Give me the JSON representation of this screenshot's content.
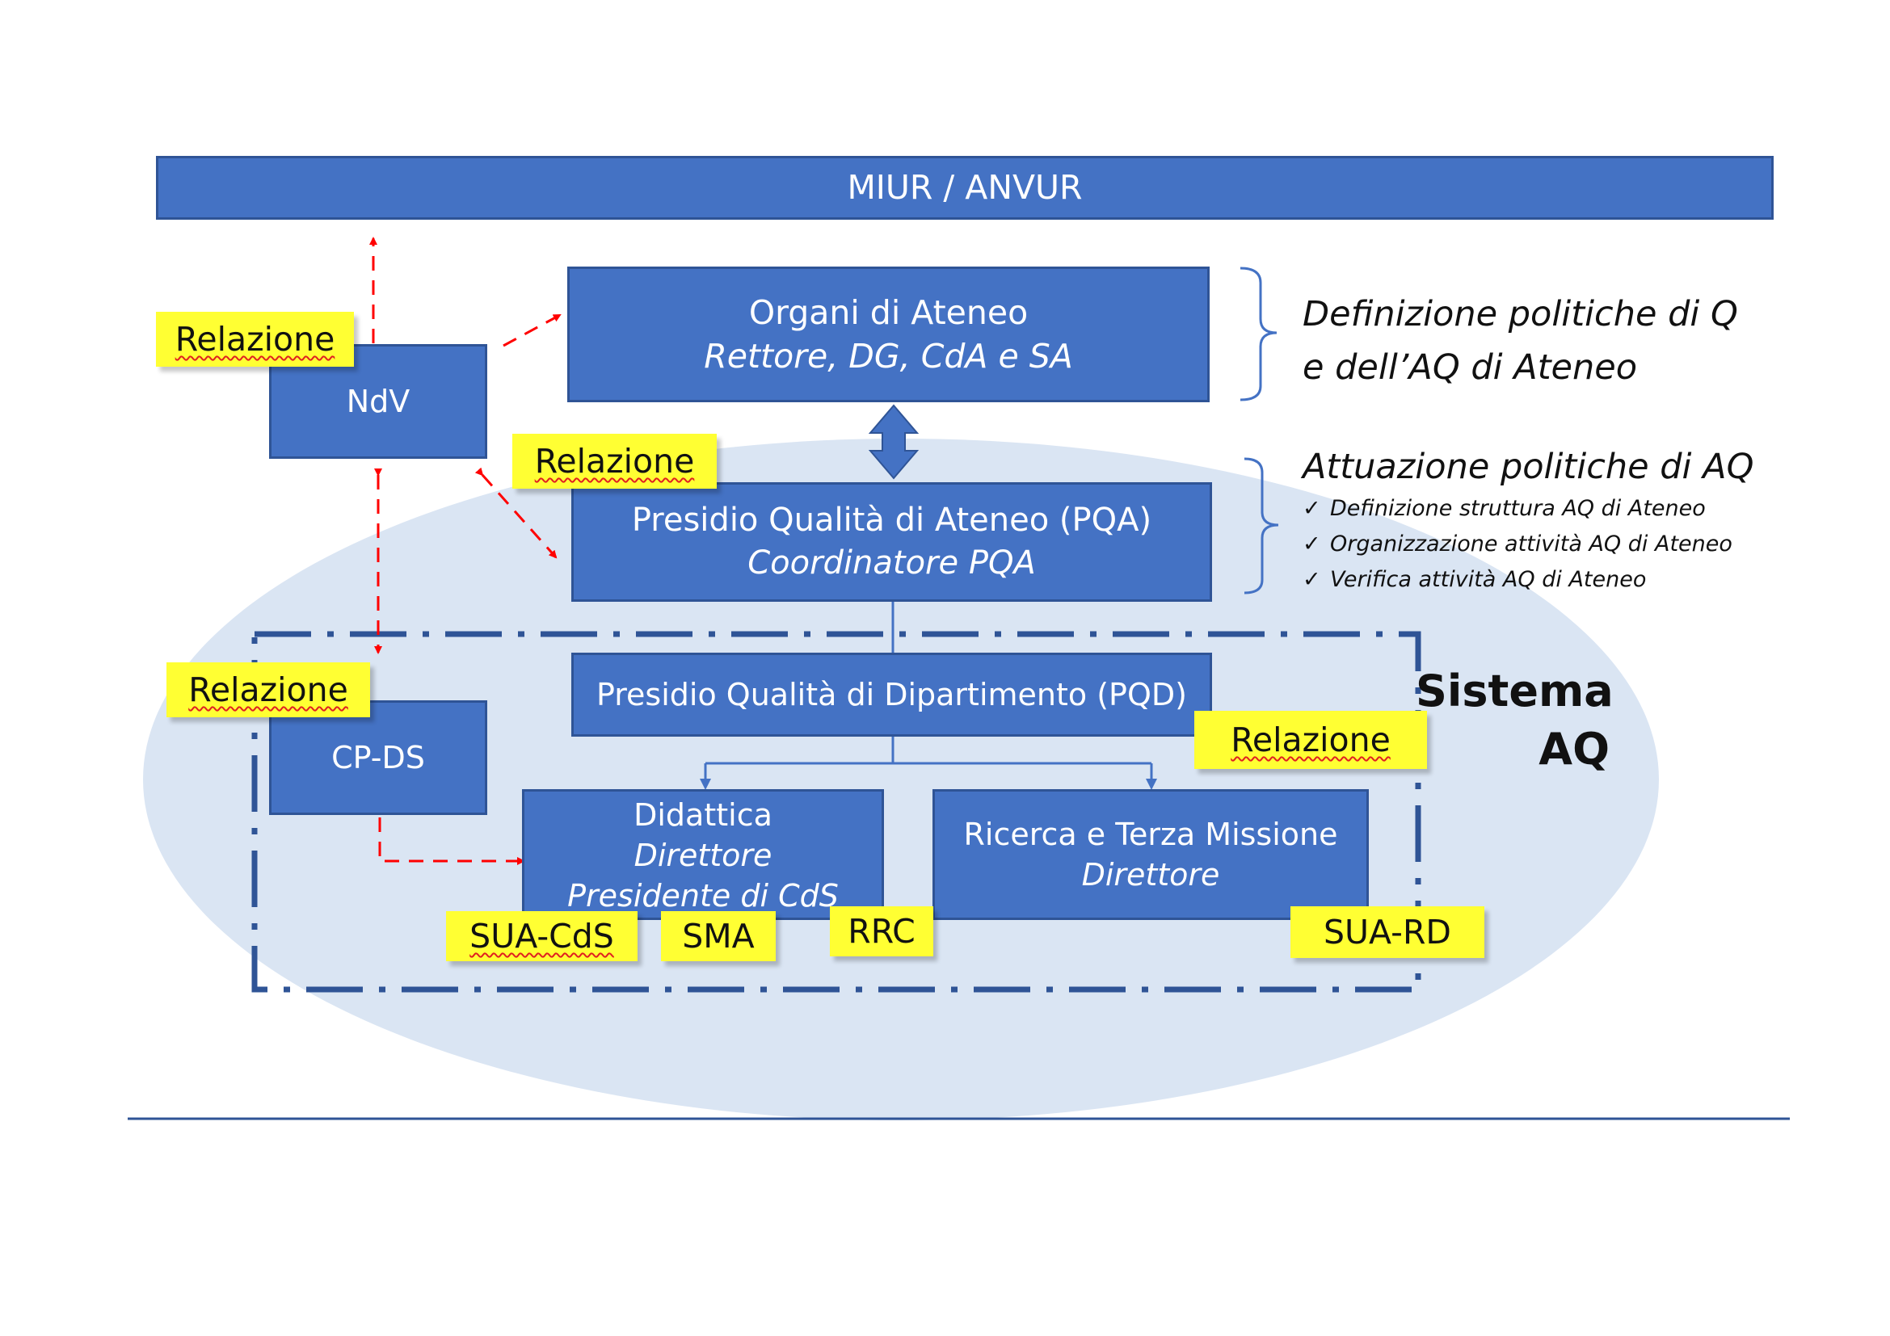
{
  "top_bar": {
    "label": "MIUR / ANVUR"
  },
  "boxes": {
    "organi": {
      "title": "Organi di Ateneo",
      "subtitle": "Rettore, DG, CdA e SA"
    },
    "ndv": {
      "label": "NdV"
    },
    "pqa": {
      "title": "Presidio Qualità di Ateneo (PQA)",
      "subtitle": "Coordinatore PQA"
    },
    "pqd": {
      "label": "Presidio Qualità di Dipartimento (PQD)"
    },
    "cpds": {
      "label": "CP-DS"
    },
    "didattica": {
      "title": "Didattica",
      "line2": "Direttore",
      "line3": "Presidente di CdS"
    },
    "ricerca": {
      "title": "Ricerca e Terza Missione",
      "subtitle": "Direttore"
    }
  },
  "notes": {
    "relazione_ndv": "Relazione",
    "relazione_pqa": "Relazione",
    "relazione_cpds": "Relazione",
    "relazione_pqd": "Relazione",
    "sua_cds": "SUA-CdS",
    "sma": "SMA",
    "rrc": "RRC",
    "sua_rd": "SUA-RD"
  },
  "side_text": {
    "definizione_line1": "Definizione politiche di Q",
    "definizione_line2": "e dell’AQ di Ateneo",
    "attuazione_title": "Attuazione politiche di AQ",
    "checklist": [
      "Definizione struttura AQ di Ateneo",
      "Organizzazione attività AQ di Ateneo",
      "Verifica attività AQ di Ateneo"
    ],
    "sistema_line1": "Sistema",
    "sistema_line2": "AQ"
  },
  "colors": {
    "box_fill": "#4472c4",
    "box_border": "#2f5496",
    "ellipse_fill": "#dae5f3",
    "highlight": "#ffff33",
    "dashed_arrow": "#ff0000",
    "frame": "#2f5496"
  }
}
